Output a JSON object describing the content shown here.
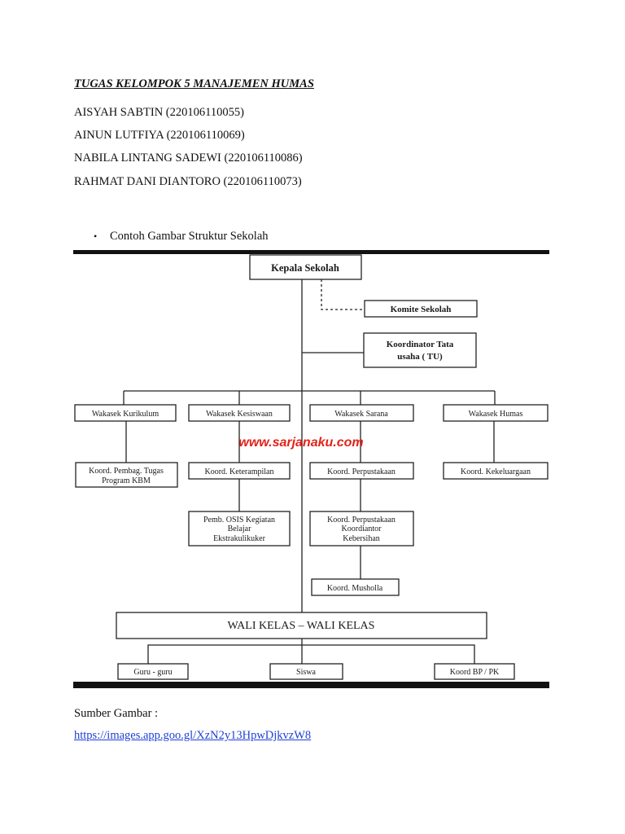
{
  "document": {
    "title": "TUGAS KELOMPOK 5 MANAJEMEN HUMAS",
    "members": [
      "AISYAH SABTIN (220106110055)",
      "AINUN LUTFIYA (220106110069)",
      "NABILA LINTANG SADEWI (220106110086)",
      "RAHMAT DANI DIANTORO (220106110073)"
    ],
    "bullet_text": "Contoh Gambar Struktur Sekolah",
    "source_label": "Sumber Gambar :",
    "source_link": "https://images.app.goo.gl/XzN2y13HpwDjkvzW8"
  },
  "org_chart": {
    "watermark": "www.sarjanaku.com",
    "kepala": "Kepala Sekolah",
    "komite": "Komite Sekolah",
    "koordinator_tu": [
      "Koordinator Tata",
      "usaha ( TU)"
    ],
    "wakasek_kurikulum": "Wakasek Kurikulum",
    "wakasek_kesiswaan": "Wakasek Kesiswaan",
    "wakasek_sarana": "Wakasek Sarana",
    "wakasek_humas": "Wakasek Humas",
    "koord_pembag": [
      "Koord. Pembag. Tugas",
      "Program KBM"
    ],
    "koord_keterampilan": "Koord. Keterampilan",
    "koord_perpustakaan": "Koord. Perpustakaan",
    "koord_kekeluargaan": "Koord. Kekeluargaan",
    "pemb_osis": [
      "Pemb. OSIS Kegiatan",
      "Belajar",
      "Ekstrakulikuker"
    ],
    "koord_perpus_kebersihan": [
      "Koord. Perpustakaan",
      "Koordiantor",
      "Kebersihan"
    ],
    "koord_musholla": "Koord. Musholla",
    "wali_kelas": "WALI KELAS – WALI KELAS",
    "guru": "Guru - guru",
    "siswa": "Siswa",
    "koord_bp": "Koord BP / PK"
  }
}
